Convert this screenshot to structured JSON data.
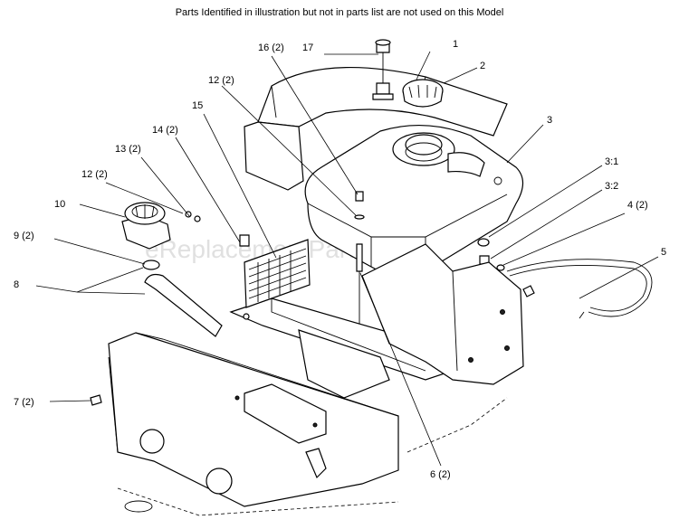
{
  "header": {
    "note": "Parts Identified  in illustration but not in parts list are not used on this Model"
  },
  "watermark": "eReplacementParts.com",
  "callouts": {
    "c1": "1",
    "c2": "2",
    "c3": "3",
    "c3_1": "3:1",
    "c3_2": "3:2",
    "c4": "4 (2)",
    "c5": "5",
    "c6": "6 (2)",
    "c7": "7 (2)",
    "c8": "8",
    "c9": "9 (2)",
    "c10": "10",
    "c12a": "12 (2)",
    "c12b": "12 (2)",
    "c13": "13 (2)",
    "c14": "14 (2)",
    "c15": "15",
    "c16": "16 (2)",
    "c17": "17"
  }
}
